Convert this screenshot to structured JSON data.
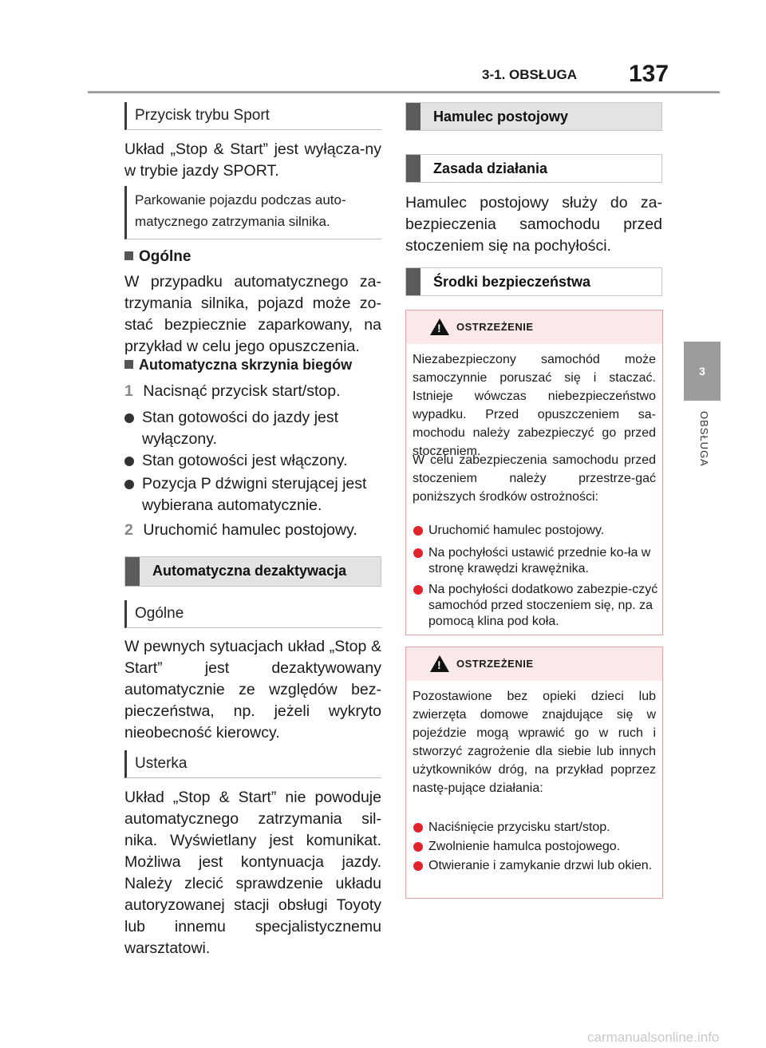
{
  "header": {
    "section": "3-1. OBSŁUGA",
    "page": "137"
  },
  "side_tab": {
    "number": "3",
    "label": "OBSŁUGA"
  },
  "left": {
    "sport_head": "Przycisk trybu Sport",
    "sport_text": "Układ „Stop & Start” jest wyłącza-ny w trybie jazdy SPORT.",
    "park_head": "Parkowanie pojazdu podczas auto-matycznego zatrzymania silnika.",
    "general_head": "Ogólne",
    "general_text": "W przypadku automatycznego za-trzymania silnika, pojazd może zo-stać bezpiecznie zaparkowany, na przykład w celu jego opuszczenia.",
    "auto_gear_head": "Automatyczna skrzynia biegów",
    "step1_num": "1",
    "step1": "Nacisnąć przycisk start/stop.",
    "bullet1": "Stan gotowości do jazdy jest wyłączony.",
    "bullet2": "Stan gotowości jest włączony.",
    "bullet3": "Pozycja P dźwigni sterującej jest wybierana automatycznie.",
    "step2_num": "2",
    "step2": "Uruchomić hamulec postojowy.",
    "deact_head": "Automatyczna dezaktywacja",
    "ogolne_head": "Ogólne",
    "ogolne_text": "W pewnych sytuacjach układ „Stop & Start” jest dezaktywowany automatycznie ze względów bez-pieczeństwa, np. jeżeli wykryto nieobecność kierowcy.",
    "fault_head": "Usterka",
    "fault_text": "Układ „Stop & Start” nie powoduje automatycznego zatrzymania sil-nika. Wyświetlany jest komunikat. Możliwa jest kontynuacja jazdy. Należy zlecić sprawdzenie układu autoryzowanej stacji obsługi Toyoty lub innemu specjalistycznemu warsztatowi."
  },
  "right": {
    "brake_head": "Hamulec postojowy",
    "principle_head": "Zasada działania",
    "principle_text": "Hamulec postojowy służy do za-bezpieczenia samochodu przed stoczeniem się na pochyłości.",
    "safety_head": "Środki bezpieczeństwa",
    "warn1": {
      "title": "OSTRZEŻENIE",
      "p1": "Niezabezpieczony samochód może samoczynnie poruszać się i staczać. Istnieje wówczas niebezpieczeństwo wypadku. Przed opuszczeniem sa-mochodu należy zabezpieczyć go przed stoczeniem.",
      "p2": "W celu zabezpieczenia samochodu przed stoczeniem należy przestrze-gać poniższych środków ostrożności:",
      "b1": "Uruchomić hamulec postojowy.",
      "b2": "Na pochyłości ustawić przednie ko-ła w stronę krawędzi krawężnika.",
      "b3": "Na pochyłości dodatkowo zabezpie-czyć samochód przed stoczeniem się, np. za pomocą klina pod koła."
    },
    "warn2": {
      "title": "OSTRZEŻENIE",
      "p1": "Pozostawione bez opieki dzieci lub zwierzęta domowe znajdujące się w pojeździe mogą wprawić go w ruch i stworzyć zagrożenie dla siebie lub innych użytkowników dróg, na przykład poprzez nastę-pujące działania:",
      "b1": "Naciśnięcie przycisku start/stop.",
      "b2": "Zwolnienie hamulca postojowego.",
      "b3": "Otwieranie i zamykanie drzwi lub okien."
    }
  },
  "footer": "carmanualsonline.info"
}
